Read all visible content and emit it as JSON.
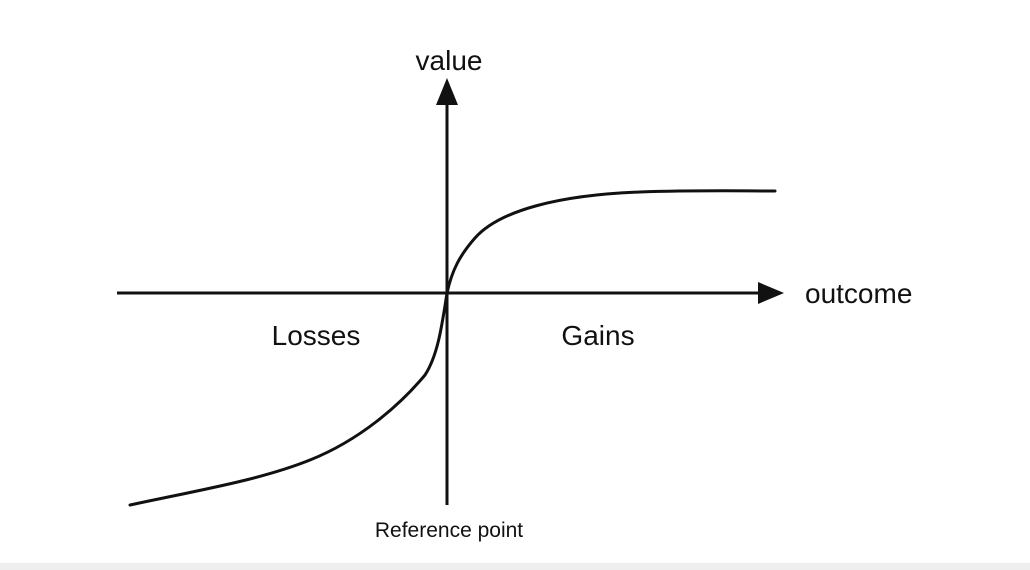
{
  "diagram": {
    "y_axis_label": "value",
    "x_axis_label": "outcome",
    "losses_label": "Losses",
    "gains_label": "Gains",
    "reference_label": "Reference point",
    "line_color": "#111111"
  }
}
